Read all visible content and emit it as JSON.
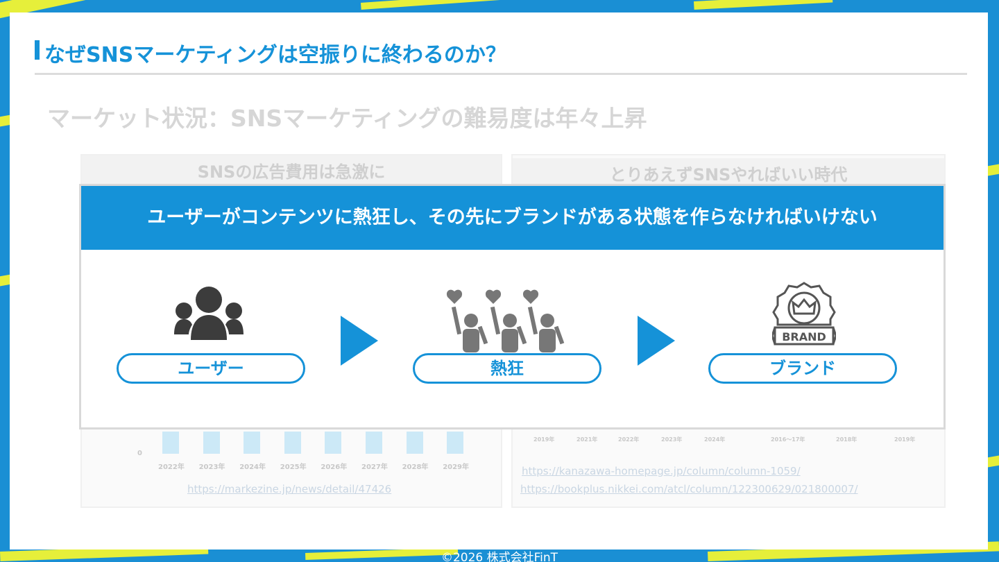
{
  "slide": {
    "title": "なぜSNSマーケティングは空振りに終わるのか？",
    "subtitle": "マーケット状況：SNSマーケティングの難易度は年々上昇"
  },
  "left_panel": {
    "heading": "SNSの広告費用は急激に",
    "y_zero_label": "0",
    "years": [
      "2022年",
      "2023年",
      "2024年",
      "2025年",
      "2026年",
      "2027年",
      "2028年",
      "2029年"
    ],
    "link": "https://markezine.jp/news/detail/47426"
  },
  "right_panel": {
    "heading": "とりあえずSNSやればいい時代",
    "years": [
      "2019年",
      "2021年",
      "2022年",
      "2023年",
      "2024年",
      "2016〜17年",
      "2018年",
      "2019年"
    ],
    "links": [
      "https://kanazawa-homepage.jp/column/column-1059/",
      "https://bookplus.nikkei.com/atcl/column/122300629/021800007/"
    ]
  },
  "overlay": {
    "heading": "ユーザーがコンテンツに熱狂し、その先にブランドがある状態を作らなければいけない",
    "steps": [
      {
        "label": "ユーザー",
        "icon": "users-group-icon"
      },
      {
        "label": "熱狂",
        "icon": "cheering-fans-icon"
      },
      {
        "label": "ブランド",
        "icon": "brand-badge-icon"
      }
    ],
    "brand_badge_text": "BRAND"
  },
  "footer": "©2026 株式会社FinT",
  "colors": {
    "accent": "#1592d8",
    "frame": "#1a8fd4",
    "stripe": "#e6ef3a"
  }
}
